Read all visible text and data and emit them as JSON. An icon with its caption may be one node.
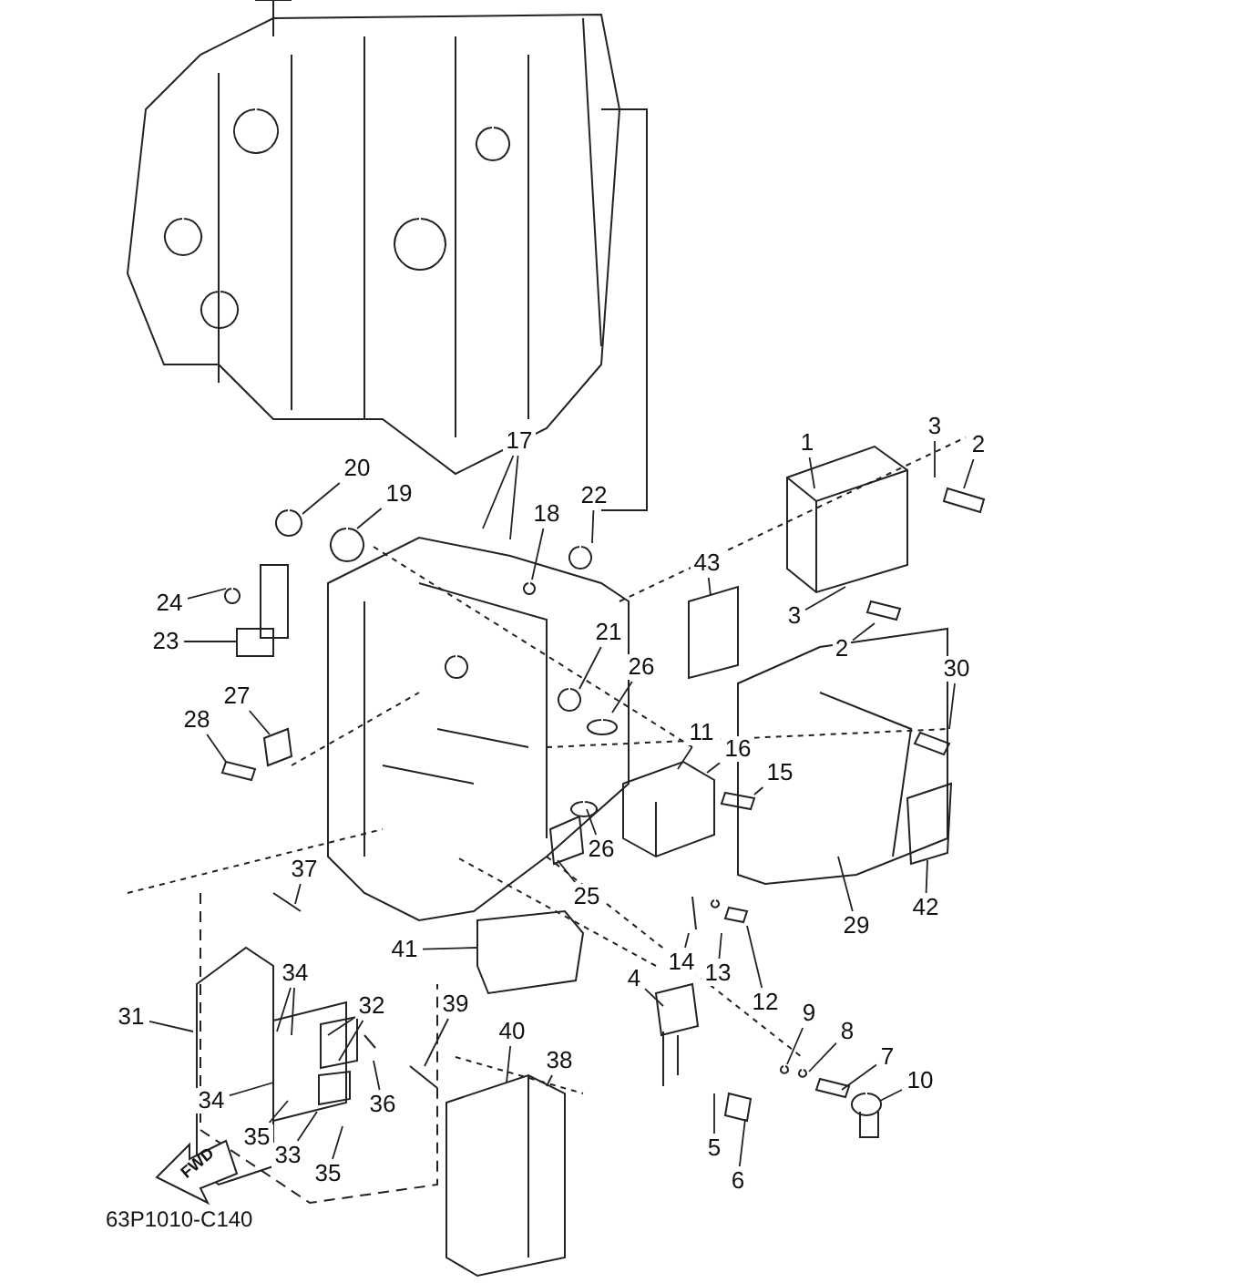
{
  "diagram": {
    "nodes": [
      {
        "text": [
          "1"
        ]
      },
      {
        "text": [
          "2"
        ]
      },
      {
        "text": [
          "3"
        ]
      },
      {
        "text": [
          "3"
        ]
      },
      {
        "text": [
          "2"
        ]
      },
      {
        "text": [
          "4"
        ]
      },
      {
        "text": [
          "5"
        ]
      },
      {
        "text": [
          "6"
        ]
      },
      {
        "text": [
          "7"
        ]
      },
      {
        "text": [
          "8"
        ]
      },
      {
        "text": [
          "9"
        ]
      },
      {
        "text": [
          "10"
        ]
      },
      {
        "text": [
          "11"
        ]
      },
      {
        "text": [
          "12"
        ]
      },
      {
        "text": [
          "13"
        ]
      },
      {
        "text": [
          "14"
        ]
      },
      {
        "text": [
          "15"
        ]
      },
      {
        "text": [
          "16"
        ]
      },
      {
        "text": [
          "17"
        ]
      },
      {
        "text": [
          "18"
        ]
      },
      {
        "text": [
          "19"
        ]
      },
      {
        "text": [
          "20"
        ]
      },
      {
        "text": [
          "22"
        ]
      },
      {
        "text": [
          "24"
        ]
      },
      {
        "text": [
          "23"
        ]
      },
      {
        "text": [
          "21"
        ]
      },
      {
        "text": [
          "26"
        ]
      },
      {
        "text": [
          "43"
        ]
      },
      {
        "text": [
          "30"
        ]
      },
      {
        "text": [
          "27"
        ]
      },
      {
        "text": [
          "28"
        ]
      },
      {
        "text": [
          "26"
        ]
      },
      {
        "text": [
          "25"
        ]
      },
      {
        "text": [
          "29"
        ]
      },
      {
        "text": [
          "42"
        ]
      },
      {
        "text": [
          "41"
        ]
      },
      {
        "text": [
          "37"
        ]
      },
      {
        "text": [
          "31"
        ]
      },
      {
        "text": [
          "34"
        ]
      },
      {
        "text": [
          "32"
        ]
      },
      {
        "text": [
          "36"
        ]
      },
      {
        "text": [
          "34"
        ]
      },
      {
        "text": [
          "35"
        ]
      },
      {
        "text": [
          "33"
        ]
      },
      {
        "text": [
          "35"
        ]
      },
      {
        "text": [
          "39"
        ]
      },
      {
        "text": [
          "40"
        ]
      },
      {
        "text": [
          "38"
        ]
      }
    ],
    "edges": [
      {
        "from": 0,
        "to": null,
        "arrow": "none"
      },
      {
        "from": 1,
        "to": null,
        "arrow": "none"
      },
      {
        "from": 2,
        "to": null,
        "arrow": "none"
      },
      {
        "from": 3,
        "to": null,
        "arrow": "none"
      },
      {
        "from": 4,
        "to": null,
        "arrow": "none"
      },
      {
        "from": 5,
        "to": null,
        "arrow": "none"
      },
      {
        "from": 6,
        "to": null,
        "arrow": "none"
      },
      {
        "from": 7,
        "to": null,
        "arrow": "none"
      },
      {
        "from": 8,
        "to": null,
        "arrow": "none"
      },
      {
        "from": 9,
        "to": null,
        "arrow": "none"
      },
      {
        "from": 10,
        "to": null,
        "arrow": "none"
      },
      {
        "from": 11,
        "to": null,
        "arrow": "none"
      },
      {
        "from": 12,
        "to": null,
        "arrow": "none"
      },
      {
        "from": 13,
        "to": null,
        "arrow": "none"
      },
      {
        "from": 14,
        "to": null,
        "arrow": "none"
      },
      {
        "from": 15,
        "to": null,
        "arrow": "none"
      },
      {
        "from": 16,
        "to": null,
        "arrow": "none"
      },
      {
        "from": 17,
        "to": null,
        "arrow": "none"
      },
      {
        "from": 18,
        "to": null,
        "arrow": "none"
      },
      {
        "from": 18,
        "to": null,
        "arrow": "none"
      },
      {
        "from": 19,
        "to": null,
        "arrow": "none"
      },
      {
        "from": 20,
        "to": null,
        "arrow": "none"
      },
      {
        "from": 21,
        "to": null,
        "arrow": "none"
      },
      {
        "from": 22,
        "to": null,
        "arrow": "none"
      },
      {
        "from": 23,
        "to": null,
        "arrow": "none"
      },
      {
        "from": 24,
        "to": null,
        "arrow": "none"
      },
      {
        "from": 25,
        "to": null,
        "arrow": "none"
      },
      {
        "from": 26,
        "to": null,
        "arrow": "none"
      },
      {
        "from": 27,
        "to": null,
        "arrow": "none"
      },
      {
        "from": 28,
        "to": null,
        "arrow": "none"
      },
      {
        "from": 29,
        "to": null,
        "arrow": "none"
      },
      {
        "from": 30,
        "to": null,
        "arrow": "none"
      },
      {
        "from": 31,
        "to": null,
        "arrow": "none"
      },
      {
        "from": 32,
        "to": null,
        "arrow": "none"
      },
      {
        "from": 33,
        "to": null,
        "arrow": "none"
      },
      {
        "from": 34,
        "to": null,
        "arrow": "none"
      },
      {
        "from": 35,
        "to": null,
        "arrow": "none"
      },
      {
        "from": 36,
        "to": null,
        "arrow": "none"
      },
      {
        "from": 37,
        "to": null,
        "arrow": "none"
      },
      {
        "from": 38,
        "to": null,
        "arrow": "none"
      },
      {
        "from": 38,
        "to": null,
        "arrow": "none"
      },
      {
        "from": 39,
        "to": null,
        "arrow": "none"
      },
      {
        "from": 39,
        "to": null,
        "arrow": "none"
      },
      {
        "from": 40,
        "to": null,
        "arrow": "none"
      },
      {
        "from": 41,
        "to": null,
        "arrow": "none"
      },
      {
        "from": 42,
        "to": null,
        "arrow": "none"
      },
      {
        "from": 43,
        "to": null,
        "arrow": "none"
      },
      {
        "from": 44,
        "to": null,
        "arrow": "none"
      },
      {
        "from": 45,
        "to": null,
        "arrow": "none"
      },
      {
        "from": 46,
        "to": null,
        "arrow": "none"
      },
      {
        "from": 47,
        "to": null,
        "arrow": "none"
      }
    ],
    "labels": [
      "FWD",
      "63P1010-C140"
    ]
  }
}
